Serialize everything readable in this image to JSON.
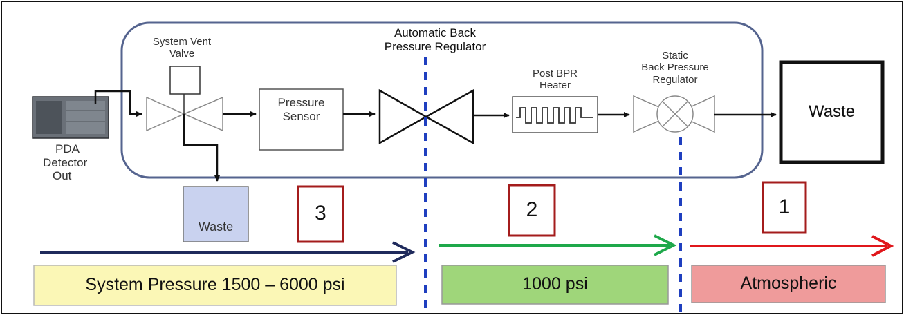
{
  "labels": {
    "system_vent_valve": [
      "System Vent",
      "Valve"
    ],
    "pressure_sensor": [
      "Pressure",
      "Sensor"
    ],
    "automatic_bpr": [
      "Automatic Back",
      "Pressure Regulator"
    ],
    "post_bpr_heater": [
      "Post BPR",
      "Heater"
    ],
    "static_bpr": [
      "Static",
      "Back Pressure",
      "Regulator"
    ],
    "pda_detector": [
      "PDA",
      "Detector",
      "Out"
    ],
    "waste_main": "Waste",
    "waste_vent": "Waste"
  },
  "zones": [
    {
      "number": "3",
      "band_text": "System Pressure 1500 – 6000 psi",
      "arrow_color": "#1f2a5c",
      "band_color": "#fbf7b6"
    },
    {
      "number": "2",
      "band_text": "1000 psi",
      "arrow_color": "#1ea84a",
      "band_color": "#9fd67a"
    },
    {
      "number": "1",
      "band_text": "Atmospheric",
      "arrow_color": "#e0161b",
      "band_color": "#ef9b9b"
    }
  ],
  "colors": {
    "divider": "#1f3fbf",
    "number_box_border": "#a41c1c",
    "waste_vent_fill": "#c9d2ef"
  }
}
